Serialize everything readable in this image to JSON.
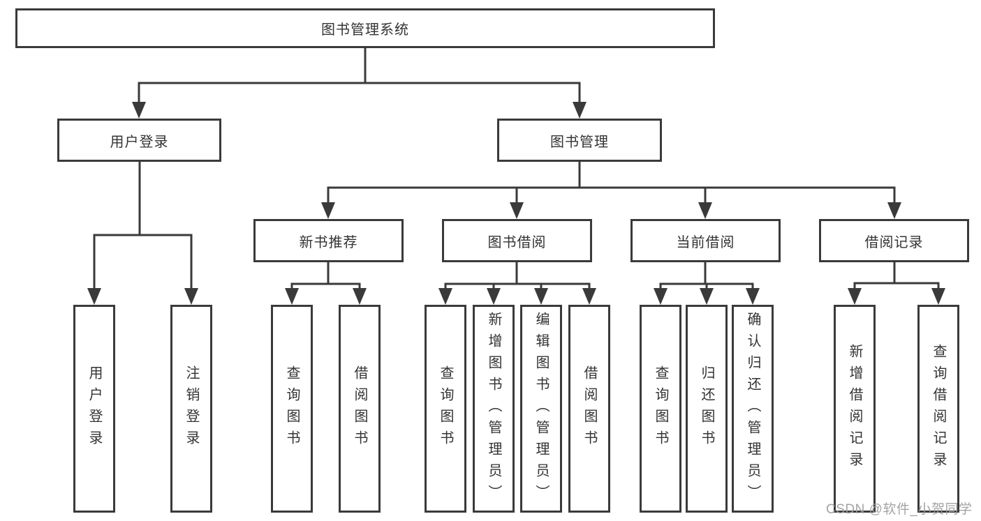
{
  "tree": {
    "root": {
      "label": "图书管理系统"
    },
    "login_branch": {
      "label": "用户登录",
      "children": [
        {
          "label": "用户登录"
        },
        {
          "label": "注销登录"
        }
      ]
    },
    "mgmt_branch": {
      "label": "图书管理",
      "sections": [
        {
          "label": "新书推荐",
          "children": [
            {
              "label": "查询图书"
            },
            {
              "label": "借阅图书"
            }
          ]
        },
        {
          "label": "图书借阅",
          "children": [
            {
              "label": "查询图书"
            },
            {
              "label": "新增图书（管理员）"
            },
            {
              "label": "编辑图书（管理员）"
            },
            {
              "label": "借阅图书"
            }
          ]
        },
        {
          "label": "当前借阅",
          "children": [
            {
              "label": "查询图书"
            },
            {
              "label": "归还图书"
            },
            {
              "label": "确认归还（管理员）"
            }
          ]
        },
        {
          "label": "借阅记录",
          "children": [
            {
              "label": "新增借阅记录"
            },
            {
              "label": "查询借阅记录"
            }
          ]
        }
      ]
    }
  },
  "watermark": {
    "text": "CSDN @软件_小贺同学"
  },
  "colors": {
    "line": "#3a3a3a",
    "text": "#333333",
    "background": "#ffffff",
    "watermark": "#9e9e9e"
  }
}
